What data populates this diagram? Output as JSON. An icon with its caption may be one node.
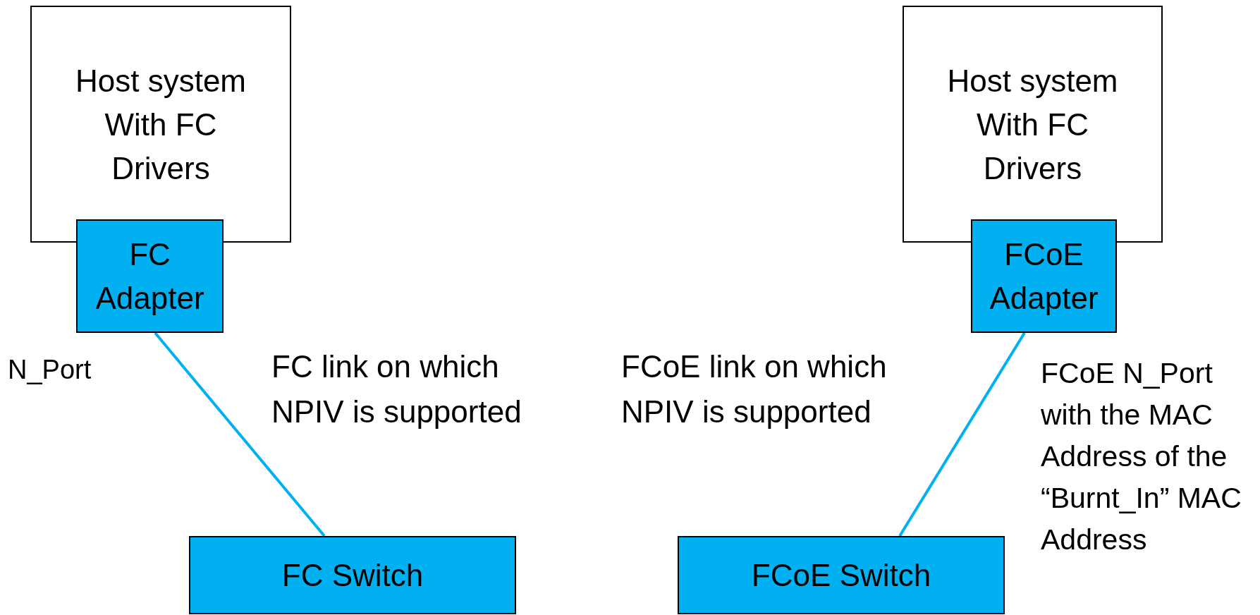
{
  "diagram": {
    "nodes": [
      {
        "text": [
          "Host system With FC Drivers"
        ]
      },
      {
        "text": [
          "FC Adapter"
        ],
        "beside": [
          "N_Port"
        ]
      },
      {
        "text": [
          "FC Switch"
        ]
      },
      {
        "text": [
          "Host system With FC Drivers"
        ]
      },
      {
        "text": [
          "FCoE Adapter"
        ],
        "beside": [
          "FCoE N_Port with the MAC Address of the “Burnt_In” MAC Address"
        ]
      },
      {
        "text": [
          "FCoE Switch"
        ]
      }
    ],
    "edges": [
      {
        "from": 1,
        "to": 2,
        "arrow": "none",
        "label": "FC link on which NPIV is supported"
      },
      {
        "from": 4,
        "to": 5,
        "arrow": "none",
        "label": "FCoE link on which NPIV is supported"
      }
    ]
  }
}
